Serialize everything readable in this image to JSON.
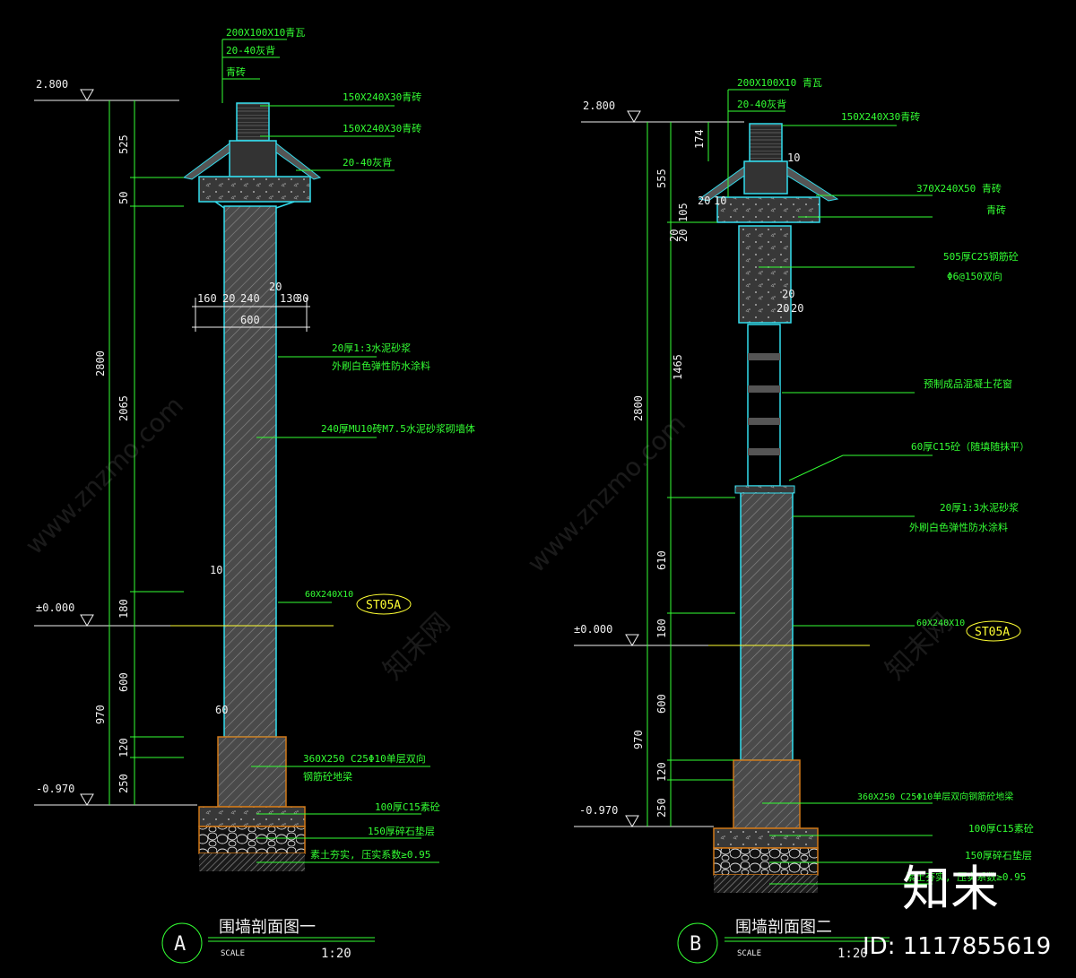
{
  "sections": [
    {
      "id": "A",
      "marker": "A",
      "title": "围墙剖面图一",
      "scale_label": "SCALE",
      "scale_value": "1:20",
      "elevations": [
        "2.800",
        "±0.000",
        "-0.970"
      ],
      "dimensions": [
        "525",
        "50",
        "2800",
        "2065",
        "180",
        "970",
        "600",
        "120",
        "250",
        "160",
        "20",
        "240",
        "130",
        "30",
        "600",
        "20",
        "10",
        "60"
      ],
      "callouts": [
        "200X100X10青瓦",
        "20-40灰背",
        "青砖",
        "150X240X30青砖",
        "150X240X30青砖",
        "20-40灰背",
        "20厚1:3水泥砂浆",
        "外刷白色弹性防水涂料",
        "240厚MU10砖M7.5水泥砂浆砌墙体",
        "60X240X10",
        "360X250 C25Φ10单层双向",
        "钢筋砼地梁",
        "100厚C15素砼",
        "150厚碎石垫层",
        "素土夯实, 压实系数≥0.95"
      ],
      "tag": "ST05A"
    },
    {
      "id": "B",
      "marker": "B",
      "title": "围墙剖面图二",
      "scale_label": "SCALE",
      "scale_value": "1:20",
      "elevations": [
        "2.800",
        "±0.000",
        "-0.970"
      ],
      "dimensions": [
        "174",
        "555",
        "20",
        "10",
        "105",
        "20",
        "20",
        "2800",
        "1465",
        "610",
        "180",
        "970",
        "600",
        "120",
        "250",
        "10",
        "20",
        "20",
        "20"
      ],
      "callouts": [
        "200X100X10 青瓦",
        "20-40灰背",
        "150X240X30青砖",
        "370X240X50 青砖",
        "青砖",
        "505厚C25钢筋砼",
        "Φ6@150双向",
        "预制成品混凝土花窗",
        "60厚C15砼（随填随抹平）",
        "20厚1:3水泥砂浆",
        "外刷白色弹性防水涂料",
        "60X240X10",
        "360X250 C25Φ10单层双向钢筋砼地梁",
        "100厚C15素砼",
        "150厚碎石垫层",
        "素土夯实, 压实系数≥0.95"
      ],
      "tag": "ST05A"
    }
  ],
  "watermarks": {
    "site": "www.znzmo.com",
    "cn_logo": "知末网",
    "brand": "知末",
    "id_label": "ID: 1117855619"
  },
  "colors": {
    "background": "#000000",
    "annotation": "#33ff33",
    "outline": "#33ddee",
    "footing": "#d07818",
    "tag": "#ffff33",
    "text": "#f0f0f0"
  }
}
